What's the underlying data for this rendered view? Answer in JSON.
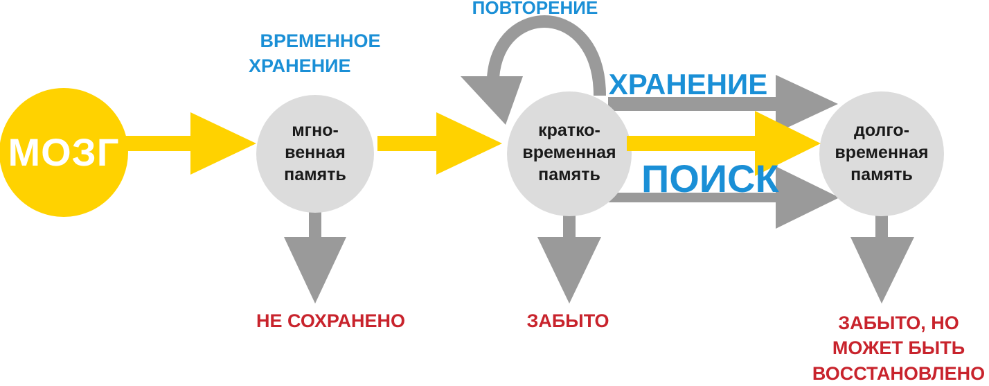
{
  "colors": {
    "yellow": "#ffd200",
    "gray_arrow": "#9a9a9a",
    "node_fill": "#dcdcdc",
    "blue": "#1a8fd6",
    "red": "#c8232c",
    "node_text": "#1a1a1a"
  },
  "nodes": {
    "brain": "МОЗГ",
    "sensory": {
      "line1": "мгно-",
      "line2": "венная",
      "line3": "память"
    },
    "short_term": {
      "line1": "кратко-",
      "line2": "временная",
      "line3": "память"
    },
    "long_term": {
      "line1": "долго-",
      "line2": "временная",
      "line3": "память"
    }
  },
  "labels": {
    "temporary_storage": {
      "line1": "ВРЕМЕННОЕ",
      "line2": "ХРАНЕНИЕ"
    },
    "repetition": "ПОВТОРЕНИЕ",
    "storage": "ХРАНЕНИЕ",
    "search": "ПОИСК"
  },
  "outcomes": {
    "not_saved": "НЕ СОХРАНЕНО",
    "forgotten": "ЗАБЫТО",
    "recoverable": {
      "line1": "ЗАБЫТО, НО",
      "line2": "МОЖЕТ БЫТЬ",
      "line3": "ВОССТАНОВЛЕНО"
    }
  }
}
